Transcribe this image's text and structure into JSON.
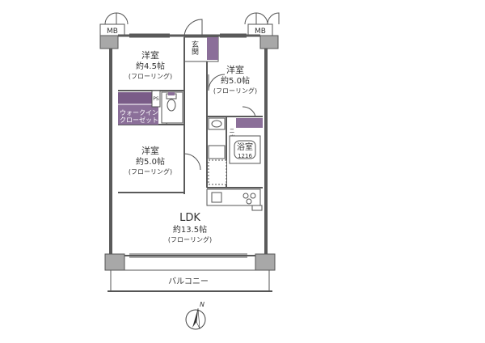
{
  "colors": {
    "wall": "#5a5a5a",
    "pillar": "#9a9a9a",
    "closet": "#8b6f99",
    "closet_band": "#7a5c88",
    "text": "#333333",
    "closet_text": "#ffffff",
    "line": "#555555"
  },
  "rooms": {
    "western1": {
      "name": "洋室",
      "size": "約4.5帖",
      "floor": "(フローリング)"
    },
    "western2": {
      "name": "洋室",
      "size": "約5.0帖",
      "floor": "(フローリング)"
    },
    "western3": {
      "name": "洋室",
      "size": "約5.0帖",
      "floor": "(フローリング)"
    },
    "ldk": {
      "name": "LDK",
      "size": "約13.5帖",
      "floor": "(フローリング)"
    }
  },
  "labels": {
    "mb_left": "MB",
    "mb_right": "MB",
    "entrance": "玄関",
    "walkin_line1": "ウォークイン",
    "walkin_line2": "クローゼット",
    "niche": "ニッチ",
    "bath": "浴室",
    "bath_size": "1216",
    "balcony": "バルコニー",
    "ps": "PS",
    "north": "N"
  },
  "icons": {
    "toilet": "toilet-icon",
    "washbasin": "washbasin-icon",
    "kitchen": "kitchen-icon",
    "compass": "compass-icon",
    "door": "door-swing-icon",
    "bathtub": "bathtub-icon"
  }
}
